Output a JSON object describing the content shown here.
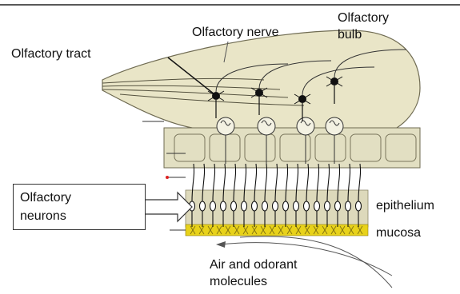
{
  "labels": {
    "tract": "Olfactory tract",
    "nerve": "Olfactory nerve",
    "bulb_line1": "Olfactory",
    "bulb_line2": "bulb",
    "neurons_line1": "Olfactory",
    "neurons_line2": "neurons",
    "epithelium": "epithelium",
    "mucosa": "mucosa",
    "air_line1": "Air and odorant",
    "air_line2": "molecules"
  },
  "colors": {
    "bulb_fill": "#e9e5c7",
    "bone_fill": "#e2dfc2",
    "epithelium_fill": "#ddd9bb",
    "mucosa_fill": "#e8d21a",
    "line": "#1a1a1a"
  }
}
